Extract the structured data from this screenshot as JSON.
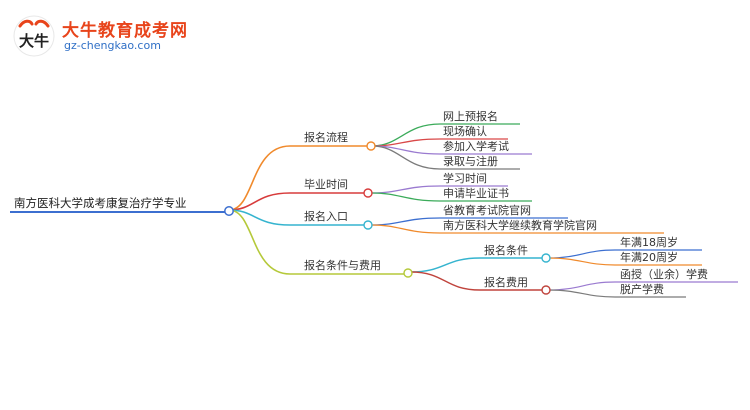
{
  "logo": {
    "mark_text": "大牛",
    "title": "大牛教育成考网",
    "url": "gz-chengkao.com"
  },
  "mindmap": {
    "root": "南方医科大学成考康复治疗学专业",
    "branches": [
      {
        "label": "报名流程",
        "color": "#f08a2c",
        "children": [
          {
            "label": "网上预报名",
            "color": "#3bab5a"
          },
          {
            "label": "现场确认",
            "color": "#d94848"
          },
          {
            "label": "参加入学考试",
            "color": "#9a7ad0"
          },
          {
            "label": "录取与注册",
            "color": "#7b7b7b"
          }
        ]
      },
      {
        "label": "毕业时间",
        "color": "#d73b3b",
        "children": [
          {
            "label": "学习时间",
            "color": "#9a7ad0"
          },
          {
            "label": "申请毕业证书",
            "color": "#3bab5a"
          }
        ]
      },
      {
        "label": "报名入口",
        "color": "#35b4cf",
        "children": [
          {
            "label": "省教育考试院官网",
            "color": "#3c6fd0"
          },
          {
            "label": "南方医科大学继续教育学院官网",
            "color": "#f08a2c"
          }
        ]
      },
      {
        "label": "报名条件与费用",
        "color": "#b5c93a",
        "children": [
          {
            "label": "报名条件",
            "color": "#35b4cf",
            "children": [
              {
                "label": "年满18周岁",
                "color": "#3c6fd0"
              },
              {
                "label": "年满20周岁",
                "color": "#f08a2c"
              }
            ]
          },
          {
            "label": "报名费用",
            "color": "#c0443d",
            "children": [
              {
                "label": "函授（业余）学费",
                "color": "#9a7ad0"
              },
              {
                "label": "脱产学费",
                "color": "#7b7b7b"
              }
            ]
          }
        ]
      }
    ]
  },
  "colors": {
    "root_line": "#3c6fd0",
    "logo_red": "#e8441b",
    "logo_blue": "#2f6fc6"
  }
}
